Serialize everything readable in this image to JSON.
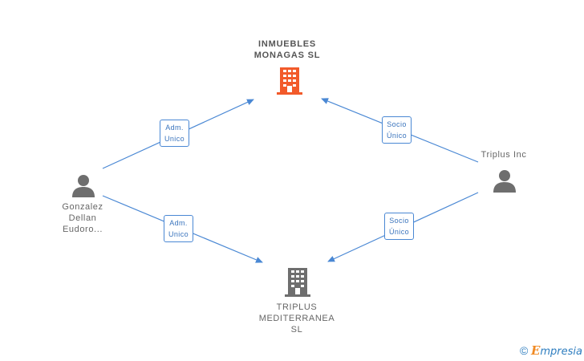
{
  "nodes": {
    "company_main": {
      "lines": [
        "INMUEBLES",
        "MONAGAS SL"
      ],
      "icon": "building-icon",
      "color": "#f25a2a"
    },
    "company_secondary": {
      "lines": [
        "TRIPLUS",
        "MEDITERRANEA",
        "SL"
      ],
      "icon": "building-icon",
      "color": "#6e6e6e"
    },
    "person_left": {
      "lines": [
        "Gonzalez",
        "Dellan",
        "Eudoro..."
      ],
      "icon": "person-icon",
      "color": "#6e6e6e"
    },
    "entity_right": {
      "lines": [
        "Triplus Inc"
      ],
      "icon": "person-icon",
      "color": "#6e6e6e"
    }
  },
  "edges": [
    {
      "from": "person_left",
      "to": "company_main",
      "label": [
        "Adm.",
        "Unico"
      ]
    },
    {
      "from": "person_left",
      "to": "company_secondary",
      "label": [
        "Adm.",
        "Unico"
      ]
    },
    {
      "from": "entity_right",
      "to": "company_main",
      "label": [
        "Socio",
        "Único"
      ]
    },
    {
      "from": "entity_right",
      "to": "company_secondary",
      "label": [
        "Socio",
        "Único"
      ]
    }
  ],
  "colors": {
    "edge": "#4a88d4",
    "badge_text": "#3a74bd"
  },
  "footer": {
    "copyright": "©",
    "brand_initial": "E",
    "brand_rest": "mpresia"
  }
}
